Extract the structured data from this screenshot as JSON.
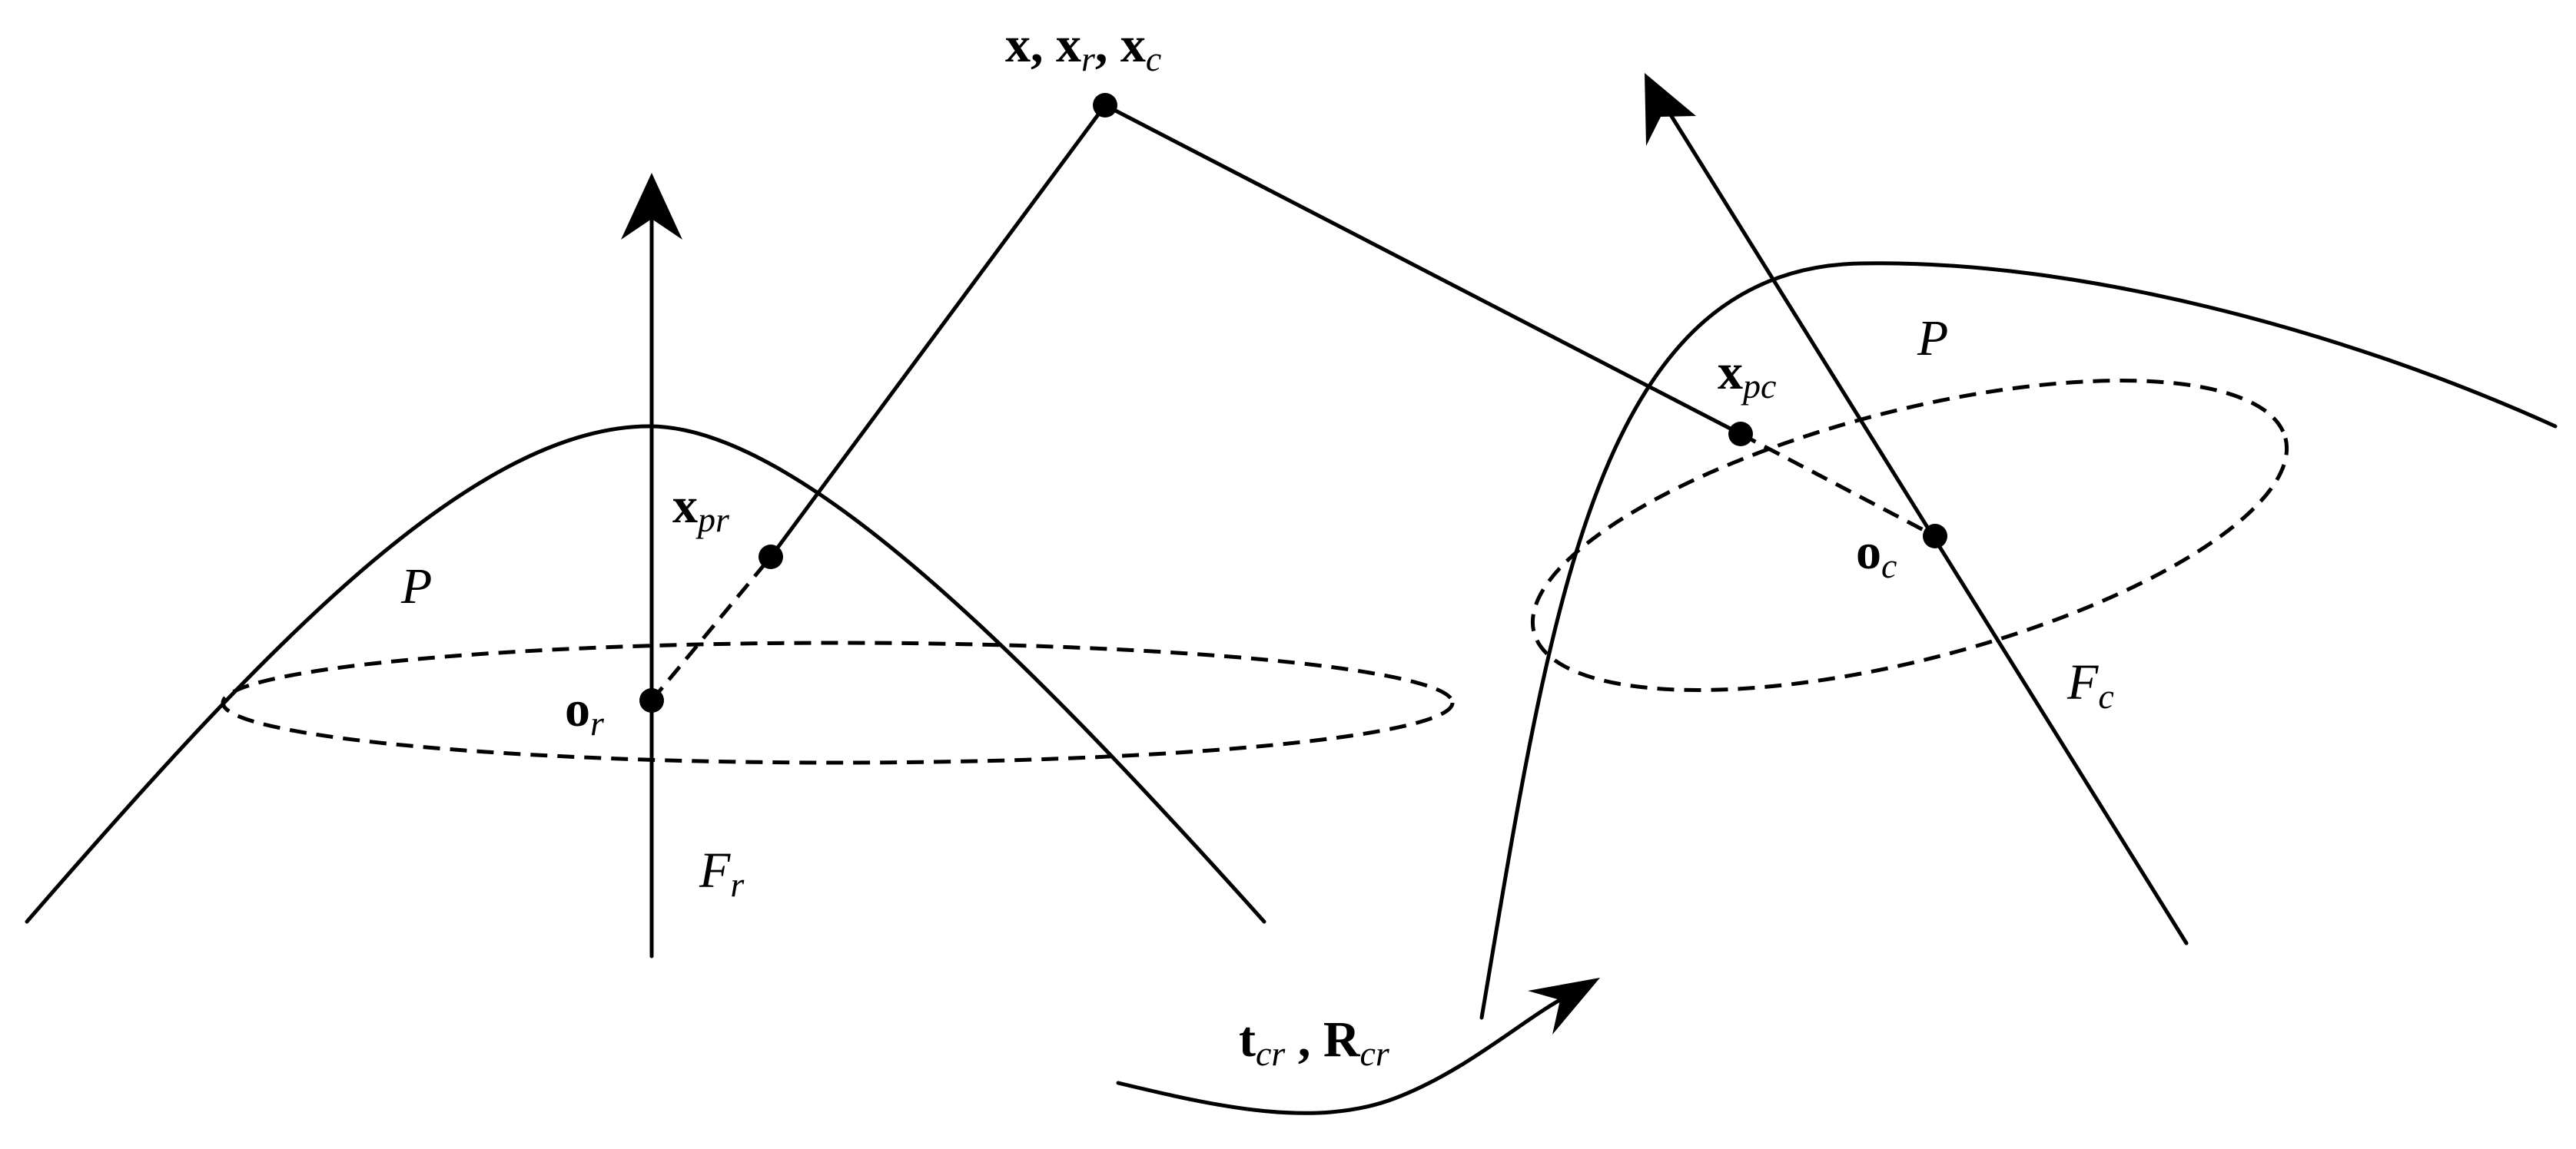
{
  "diagram": {
    "labels": {
      "point_x": "x",
      "point_x_sep1": ", ",
      "point_xr": "x",
      "point_xr_sub": "r",
      "point_x_sep2": ", ",
      "point_xc": "x",
      "point_xc_sub": "c",
      "xpr": "x",
      "xpr_sub": "pr",
      "xpc": "x",
      "xpc_sub": "pc",
      "or": "o",
      "or_sub": "r",
      "oc": "o",
      "oc_sub": "c",
      "fr": "F",
      "fr_sub": "r",
      "fc": "F",
      "fc_sub": "c",
      "p_left": "P",
      "p_right": "P",
      "tcr": "t",
      "tcr_sub": "cr",
      "transform_sep": " , ",
      "rcr": "R",
      "rcr_sub": "cr"
    }
  }
}
